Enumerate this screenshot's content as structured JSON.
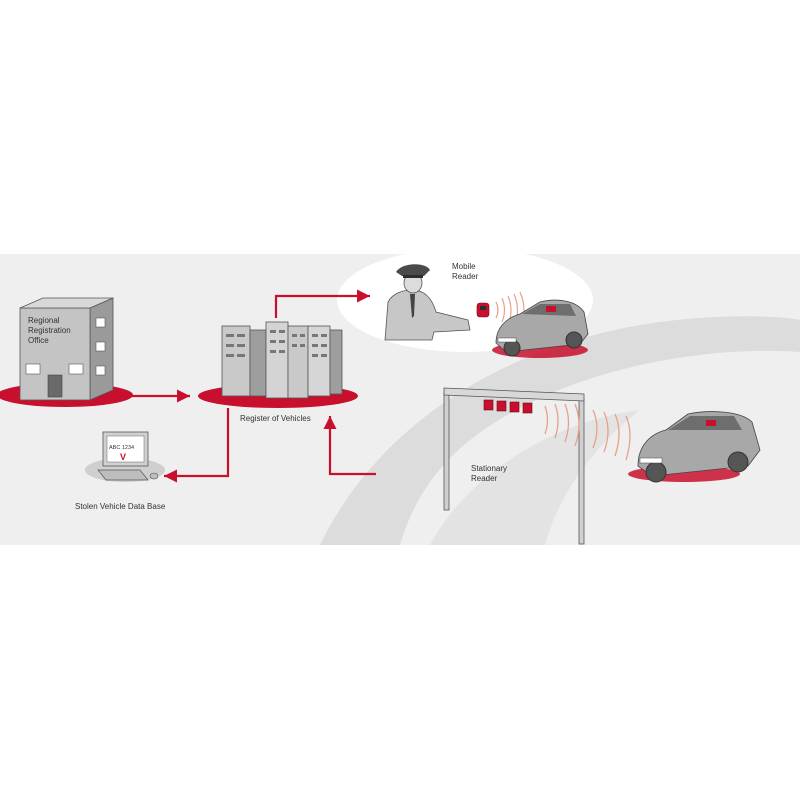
{
  "diagram": {
    "nodes": {
      "regional_office": {
        "label_lines": [
          "Regional",
          "Registration",
          "Office"
        ]
      },
      "register": {
        "label": "Register of Vehicles"
      },
      "stolen_db": {
        "label": "Stolen Vehicle Data Base",
        "screen_text": "ABC 1234",
        "screen_mark": "V"
      },
      "mobile_reader": {
        "label_lines": [
          "Mobile",
          "Reader"
        ]
      },
      "stationary_reader": {
        "label_lines": [
          "Stationary",
          "Reader"
        ]
      }
    },
    "edges": [
      {
        "from": "regional_office",
        "to": "register"
      },
      {
        "from": "register",
        "to": "mobile_reader"
      },
      {
        "from": "register",
        "to": "stolen_db"
      },
      {
        "from": "stationary_reader",
        "to": "register"
      }
    ],
    "colors": {
      "accent": "#c8102e",
      "band": "#efefef",
      "swoosh": "#dadada",
      "building": "#bdbdbd",
      "outline": "#555555"
    }
  }
}
